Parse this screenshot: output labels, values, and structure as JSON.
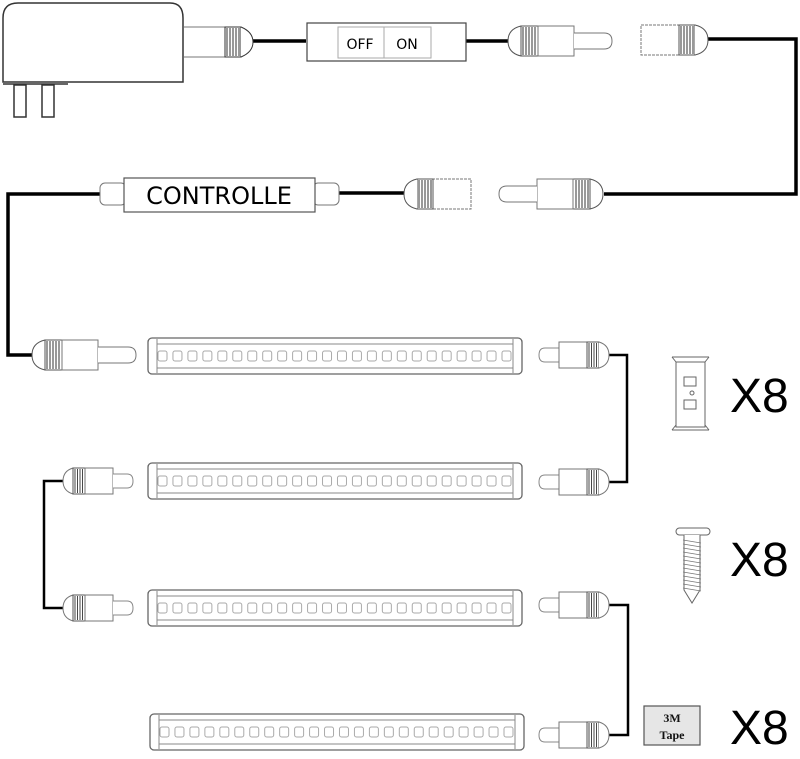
{
  "diagram": {
    "title": "LED light bar installation wiring diagram",
    "power_adapter": {
      "name": "power-adapter"
    },
    "switch": {
      "off_label": "OFF",
      "on_label": "ON"
    },
    "controller": {
      "label": "CONTROLLE"
    },
    "light_bars": {
      "count": 4,
      "leds_per_bar": 24
    },
    "accessories": [
      {
        "name": "mounting-clip",
        "quantity": "X8"
      },
      {
        "name": "screw",
        "quantity": "X8"
      },
      {
        "name": "3m-tape",
        "label_line1": "3M",
        "label_line2": "Tape",
        "quantity": "X8"
      }
    ]
  },
  "colors": {
    "line": "#000000",
    "outline": "#555555",
    "tape_fill": "#e6e6e6"
  }
}
